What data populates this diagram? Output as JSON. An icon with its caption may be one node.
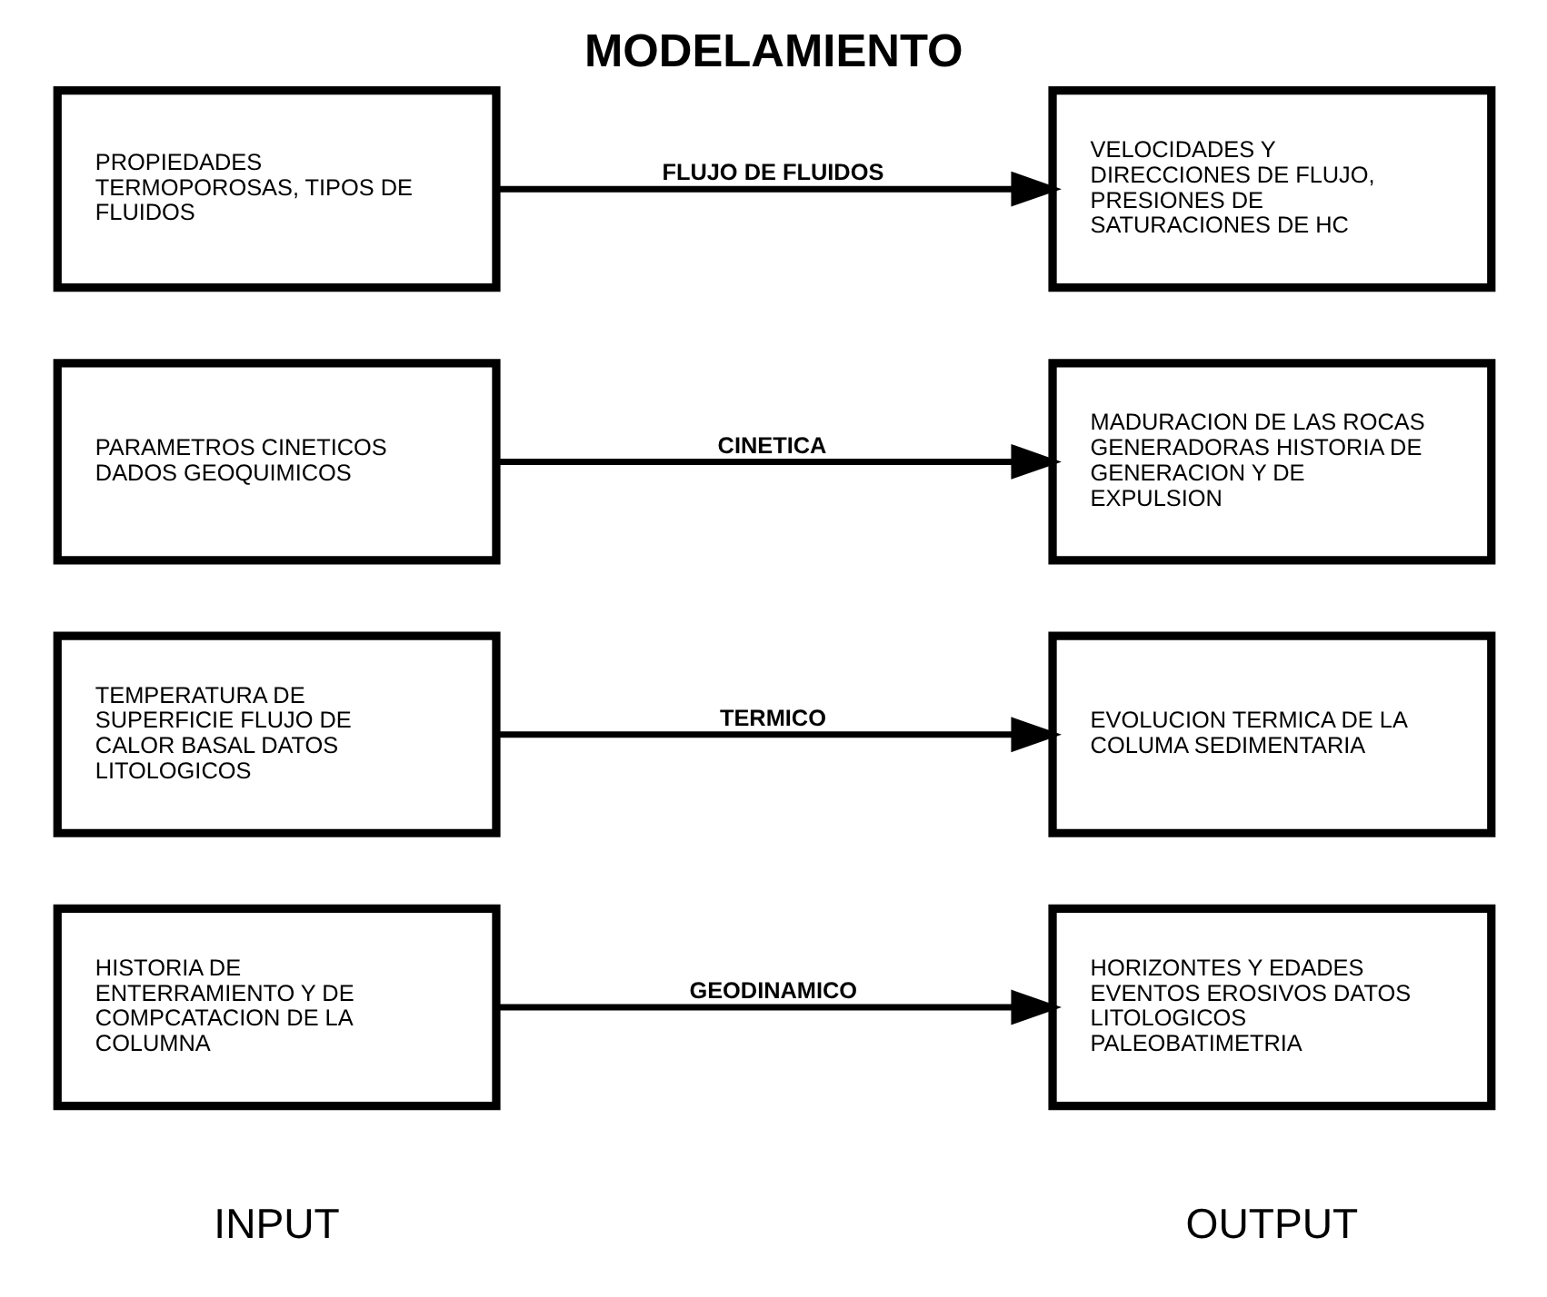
{
  "diagram": {
    "title": "MODELAMIENTO",
    "nodes": [
      {
        "text": [
          "HISTORIA DE ENTERRAMIENTO Y DE COMPCATACION DE LA COLUMNA"
        ]
      },
      {
        "text": [
          "HORIZONTES Y EDADES EVENTOS EROSIVOS DATOS LITOLOGICOS PALEOBATIMETRIA"
        ]
      },
      {
        "text": [
          "TEMPERATURA DE SUPERFICIE FLUJO DE CALOR BASAL DATOS LITOLOGICOS"
        ]
      },
      {
        "text": [
          "EVOLUCION TERMICA DE LA COLUMA SEDIMENTARIA"
        ]
      },
      {
        "text": [
          "PARAMETROS CINETICOS DADOS GEOQUIMICOS"
        ]
      },
      {
        "text": [
          "MADURACION DE LAS ROCAS GENERADORAS HISTORIA DE GENERACION Y DE EXPULSION"
        ]
      },
      {
        "text": [
          "PROPIEDADES TERMOPOROSAS, TIPOS DE FLUIDOS"
        ]
      },
      {
        "text": [
          "VELOCIDADES Y DIRECCIONES DE FLUJO, PRESIONES DE SATURACIONES DE HC"
        ]
      }
    ],
    "edges": [
      {
        "from": 0,
        "to": 1,
        "arrow": "to",
        "label": "GEODINAMICO"
      },
      {
        "from": 2,
        "to": 3,
        "arrow": "to",
        "label": "TERMICO"
      },
      {
        "from": 4,
        "to": 5,
        "arrow": "to",
        "label": "CINETICA"
      },
      {
        "from": 6,
        "to": 7,
        "arrow": "to",
        "label": "FLUJO DE FLUIDOS"
      }
    ],
    "labels": [
      "INPUT",
      "OUTPUT"
    ]
  }
}
